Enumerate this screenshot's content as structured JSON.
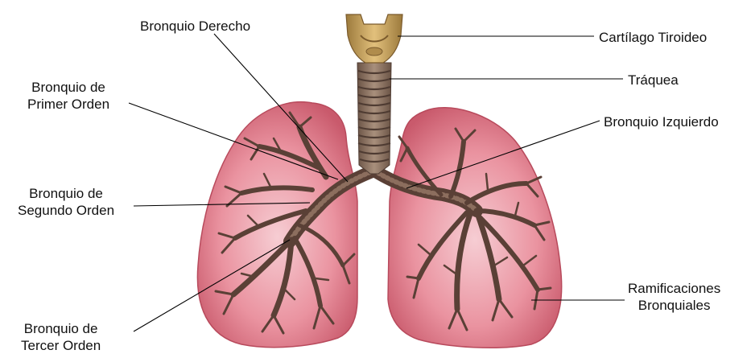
{
  "labels": {
    "bronquio_derecho": "Bronquio Derecho",
    "cartilago_tiroideo": "Cartílago Tiroideo",
    "traquea": "Tráquea",
    "bronquio_izquierdo": "Bronquio Izquierdo",
    "primer_orden": [
      "Bronquio de",
      "Primer Orden"
    ],
    "segundo_orden": [
      "Bronquio de",
      "Segundo Orden"
    ],
    "tercer_orden": [
      "Bronquio de",
      "Tercer Orden"
    ],
    "ramificaciones": [
      "Ramificaciones",
      "Bronquiales"
    ]
  },
  "colors": {
    "lung_fill": "#e27a8a",
    "lung_light": "#f4c4cc",
    "lung_edge": "#b84a5c",
    "bronchi": "#5a4036",
    "bronchi_light": "#8c6e5e",
    "trachea": "#8f7766",
    "trachea_ring": "#4e3b32",
    "thyroid": "#c9a15e",
    "thyroid_dark": "#7a5a2c",
    "leader_line": "#000000"
  }
}
